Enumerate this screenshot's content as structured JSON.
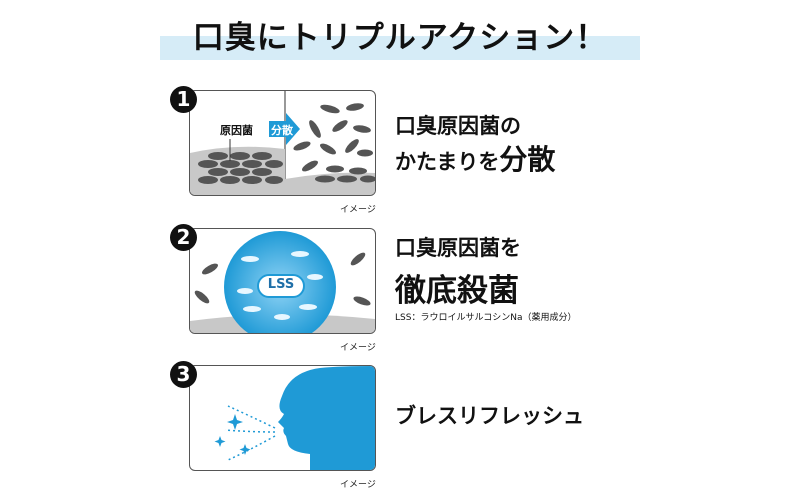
{
  "title": "口臭にトリプルアクション！",
  "items": [
    {
      "number": "1",
      "line1": "口臭原因菌の",
      "line2a": "かたまりを",
      "line2b": "分散",
      "caption": "イメージ",
      "label_bacteria": "原因菌",
      "label_arrow": "分散"
    },
    {
      "number": "2",
      "line1": "口臭原因菌を",
      "line2": "徹底殺菌",
      "note": "LSS：ラウロイルサルコシンNa（薬用成分）",
      "caption": "イメージ",
      "badge": "LSS"
    },
    {
      "number": "3",
      "line1": "ブレスリフレッシュ",
      "caption": "イメージ"
    }
  ],
  "colors": {
    "accent": "#1f9ad6",
    "band": "#d6ecf7"
  }
}
